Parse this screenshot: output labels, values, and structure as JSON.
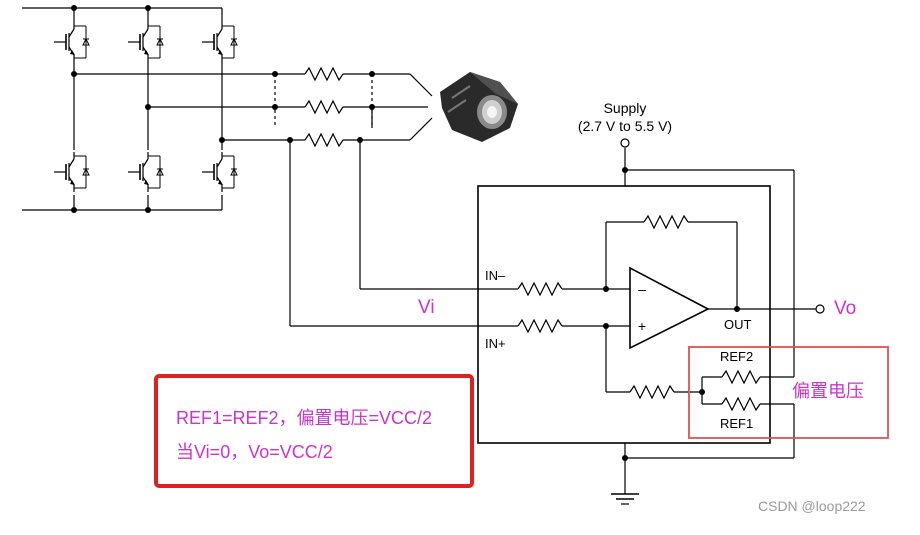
{
  "supply": {
    "title": "Supply",
    "range": "(2.7 V to 5.5 V)"
  },
  "pins": {
    "in_minus": "IN–",
    "in_plus": "IN+",
    "out": "OUT",
    "ref2": "REF2",
    "ref1": "REF1"
  },
  "opamp": {
    "minus": "–",
    "plus": "+"
  },
  "annotations": {
    "vi": "Vi",
    "vo": "Vo",
    "bias": "偏置电压",
    "note_line1": "REF1=REF2，偏置电压=VCC/2",
    "note_line2": "当Vi=0，Vo=VCC/2"
  },
  "watermark": "CSDN @loop222",
  "colors": {
    "wire": "#000000",
    "accent": "#cc33cc",
    "highlight": "#e02020",
    "bias_box": "#e05050",
    "motor": "#222222"
  }
}
